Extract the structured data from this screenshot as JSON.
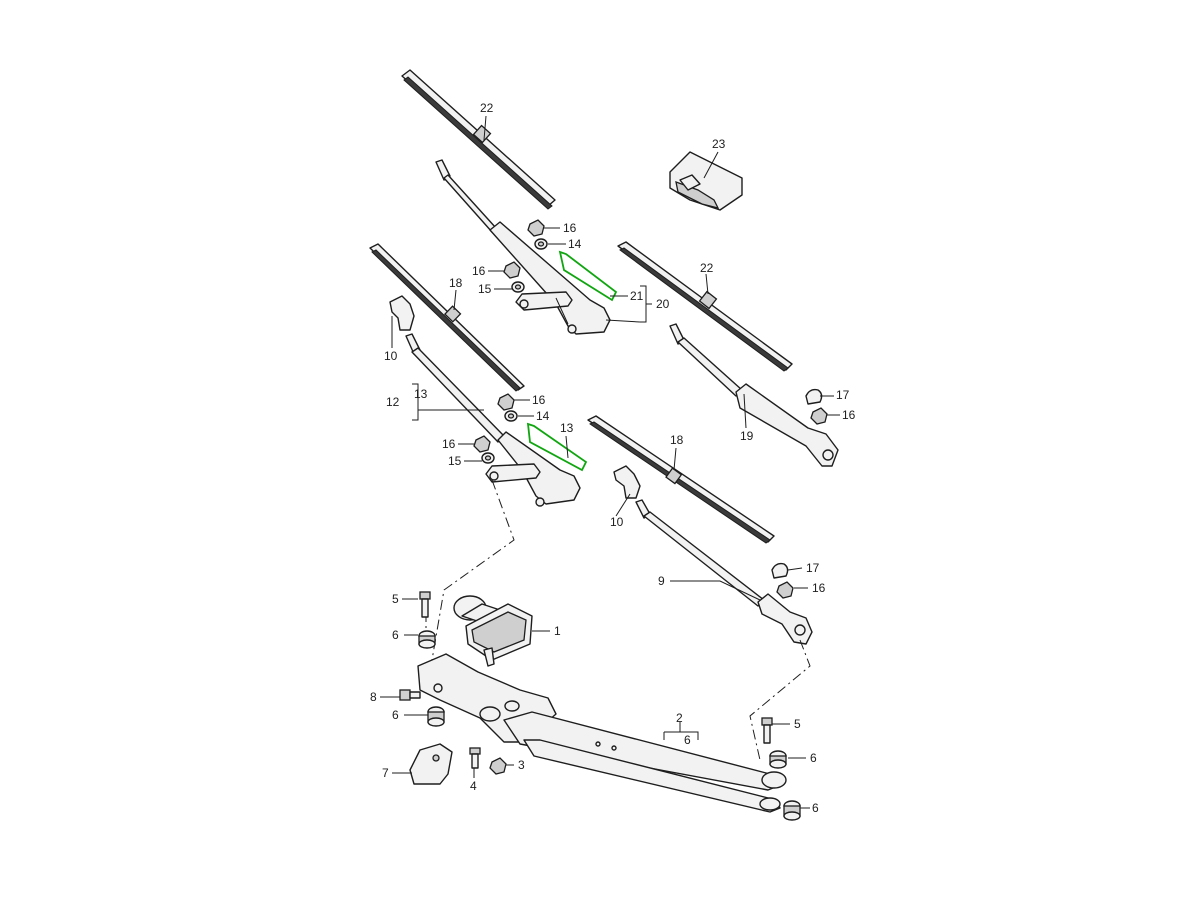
{
  "colors": {
    "line": "#1e1e1e",
    "highlight": "#11a611",
    "background": "#ffffff"
  },
  "callouts": {
    "c1": "1",
    "c2": "2",
    "c3": "3",
    "c4": "4",
    "c5a": "5",
    "c5b": "5",
    "c6a": "6",
    "c6b": "6",
    "c6c": "6",
    "c6d": "6",
    "c6e": "6",
    "c7": "7",
    "c8": "8",
    "c9": "9",
    "c10a": "10",
    "c10b": "10",
    "c12": "12",
    "c13a": "13",
    "c13b": "13",
    "c14a": "14",
    "c14b": "14",
    "c15a": "15",
    "c15b": "15",
    "c16a": "16",
    "c16b": "16",
    "c16c": "16",
    "c16d": "16",
    "c16e": "16",
    "c16f": "16",
    "c17a": "17",
    "c17b": "17",
    "c18a": "18",
    "c18b": "18",
    "c19": "19",
    "c20": "20",
    "c21": "21",
    "c22a": "22",
    "c22b": "22",
    "c23": "23"
  }
}
